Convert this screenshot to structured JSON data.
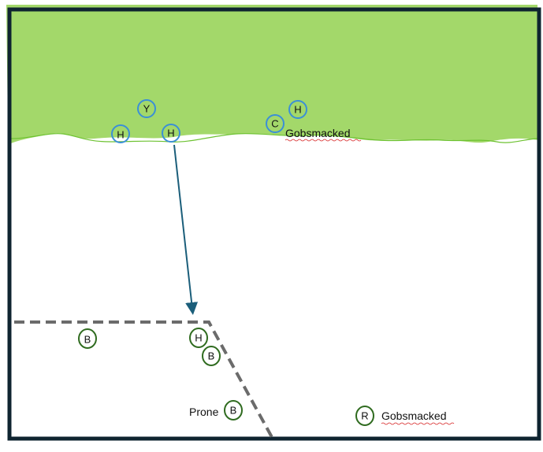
{
  "colors": {
    "frame": "#0f2430",
    "grass": "#a3d86a",
    "grass_edge": "#6dc231",
    "blue_token": "#3b8fd6",
    "green_token": "#2f6b1f",
    "arrow": "#1b5e7a",
    "dashed_line": "#6b6b6b",
    "spellcheck_underline": "#d62020"
  },
  "top_area": {
    "tokens": [
      {
        "label": "Y",
        "color": "blue"
      },
      {
        "label": "H",
        "color": "blue"
      },
      {
        "label": "H",
        "color": "blue"
      },
      {
        "label": "H",
        "color": "blue"
      },
      {
        "label": "C",
        "color": "blue"
      }
    ],
    "annotation": "Gobsmacked"
  },
  "bottom_area": {
    "tokens": [
      {
        "label": "B",
        "color": "green"
      },
      {
        "label": "H",
        "color": "green"
      },
      {
        "label": "B",
        "color": "green"
      },
      {
        "label": "B",
        "color": "green"
      },
      {
        "label": "R",
        "color": "green"
      }
    ],
    "prone_label": "Prone",
    "annotation": "Gobsmacked"
  }
}
